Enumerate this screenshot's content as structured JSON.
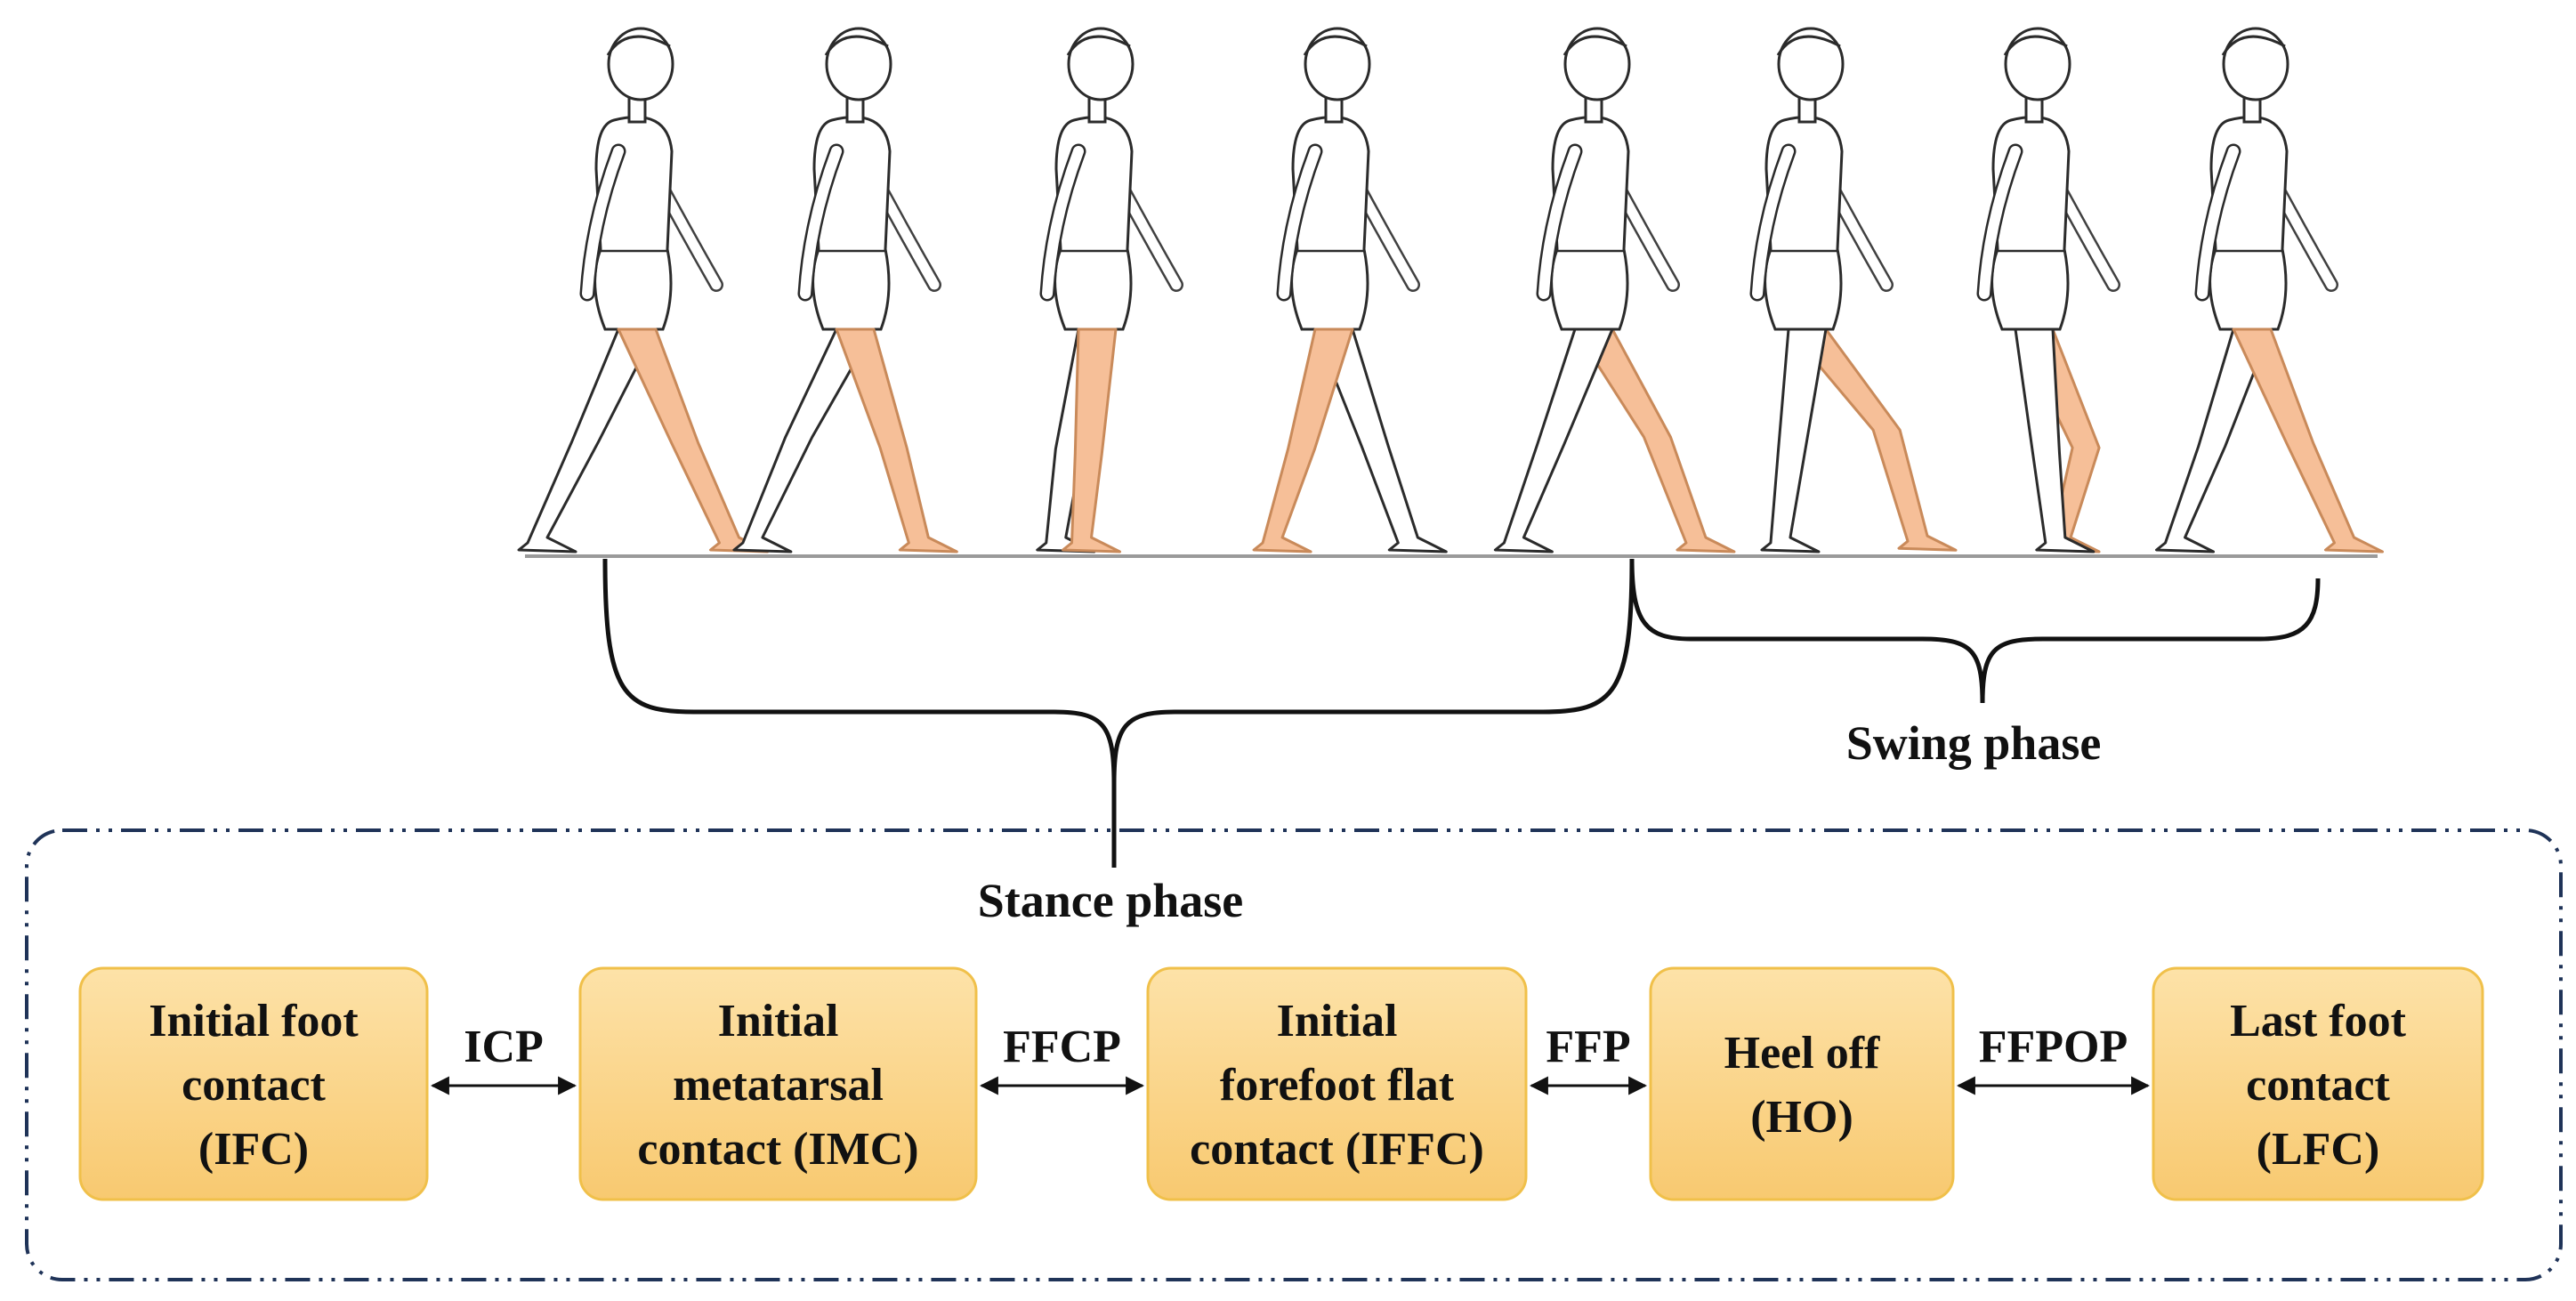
{
  "diagram": {
    "colors": {
      "leg_fill": "#f6bf98",
      "leg_stroke": "#c98a5a",
      "outline": "#2b2b2b",
      "box_fill_top": "#fde2a8",
      "box_fill_bottom": "#f8c970",
      "box_stroke": "#f0c04a",
      "frame_stroke": "#1f3358",
      "ground": "#9a9a9a"
    },
    "swing_label": "Swing phase",
    "stance_label": "Stance phase",
    "events": [
      {
        "lines": [
          "Initial foot",
          "contact",
          "(IFC)"
        ]
      },
      {
        "lines": [
          "Initial",
          "metatarsal",
          "contact (IMC)"
        ]
      },
      {
        "lines": [
          "Initial",
          "forefoot flat",
          "contact (IFFC)"
        ]
      },
      {
        "lines": [
          "Heel off",
          "(HO)"
        ]
      },
      {
        "lines": [
          "Last foot",
          "contact",
          "(LFC)"
        ]
      }
    ],
    "links": [
      {
        "label": "ICP"
      },
      {
        "label": "FFCP"
      },
      {
        "label": "FFP"
      },
      {
        "label": "FFPOP"
      }
    ],
    "figures": [
      {
        "pose": "heel-strike-front"
      },
      {
        "pose": "loading-response"
      },
      {
        "pose": "mid-stance"
      },
      {
        "pose": "terminal-stance-front-leg"
      },
      {
        "pose": "pre-swing"
      },
      {
        "pose": "initial-swing"
      },
      {
        "pose": "mid-swing"
      },
      {
        "pose": "terminal-swing"
      }
    ]
  }
}
